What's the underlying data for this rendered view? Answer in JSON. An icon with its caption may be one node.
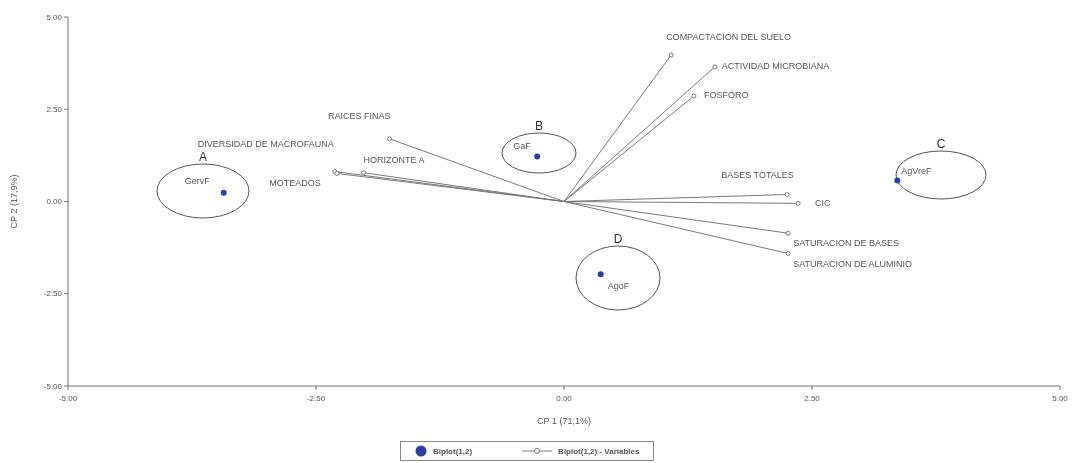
{
  "diagram": {
    "chart_data": {
      "type": "scatter",
      "xlabel": "CP 1 (71,1%)",
      "ylabel": "CP 2 (17,9%)",
      "xlim": [
        -5,
        5
      ],
      "ylim": [
        -5,
        5
      ],
      "xticks": [
        {
          "value": -5,
          "label": "-5.00"
        },
        {
          "value": -2.5,
          "label": "-2.50"
        },
        {
          "value": 0,
          "label": "0.00"
        },
        {
          "value": 2.5,
          "label": "2.50"
        },
        {
          "value": 5,
          "label": "5.00"
        }
      ],
      "yticks": [
        {
          "value": -5,
          "label": "-5.00"
        },
        {
          "value": -2.5,
          "label": "-2.50"
        },
        {
          "value": 0,
          "label": "0.00"
        },
        {
          "value": 2.5,
          "label": "2.50"
        },
        {
          "value": 5,
          "label": "5.00"
        }
      ],
      "series": [
        {
          "name": "Biplot(1,2)",
          "color": "#2e3f9e",
          "type": "scatter",
          "x": [
            -3.43,
            -0.27,
            3.36,
            0.37
          ],
          "values": [
            0.24,
            1.22,
            0.57,
            -1.97
          ],
          "value_labels": [
            "GervF",
            "GaF",
            "AgVreF",
            "AgoF"
          ]
        },
        {
          "name": "Biplot(1,2) - Variables",
          "color": "#7a7a7a",
          "type": "scatter",
          "marker": "circle",
          "x": [
            1.08,
            1.52,
            1.31,
            -1.76,
            -2.31,
            -2.02,
            -2.29,
            2.25,
            2.36,
            2.26,
            2.26
          ],
          "values": [
            3.97,
            3.65,
            2.86,
            1.7,
            0.81,
            0.78,
            0.76,
            0.19,
            -0.05,
            -0.86,
            -1.41
          ],
          "value_labels": [
            "COMPACTACION DEL SUELO",
            "ACTIVIDAD MICROBIANA",
            "FOSFORO",
            "RAICES FINAS",
            "DIVERSIDAD DE MACROFAUNA",
            "HORIZONTE A",
            "MOTEADOS",
            "BASES TOTALES",
            "CIC",
            "SATURACION DE BASES",
            "SATURACION DE ALUMINIO"
          ]
        }
      ],
      "annotations": [
        "A",
        "B",
        "C",
        "D"
      ],
      "legend": "bottom"
    }
  }
}
